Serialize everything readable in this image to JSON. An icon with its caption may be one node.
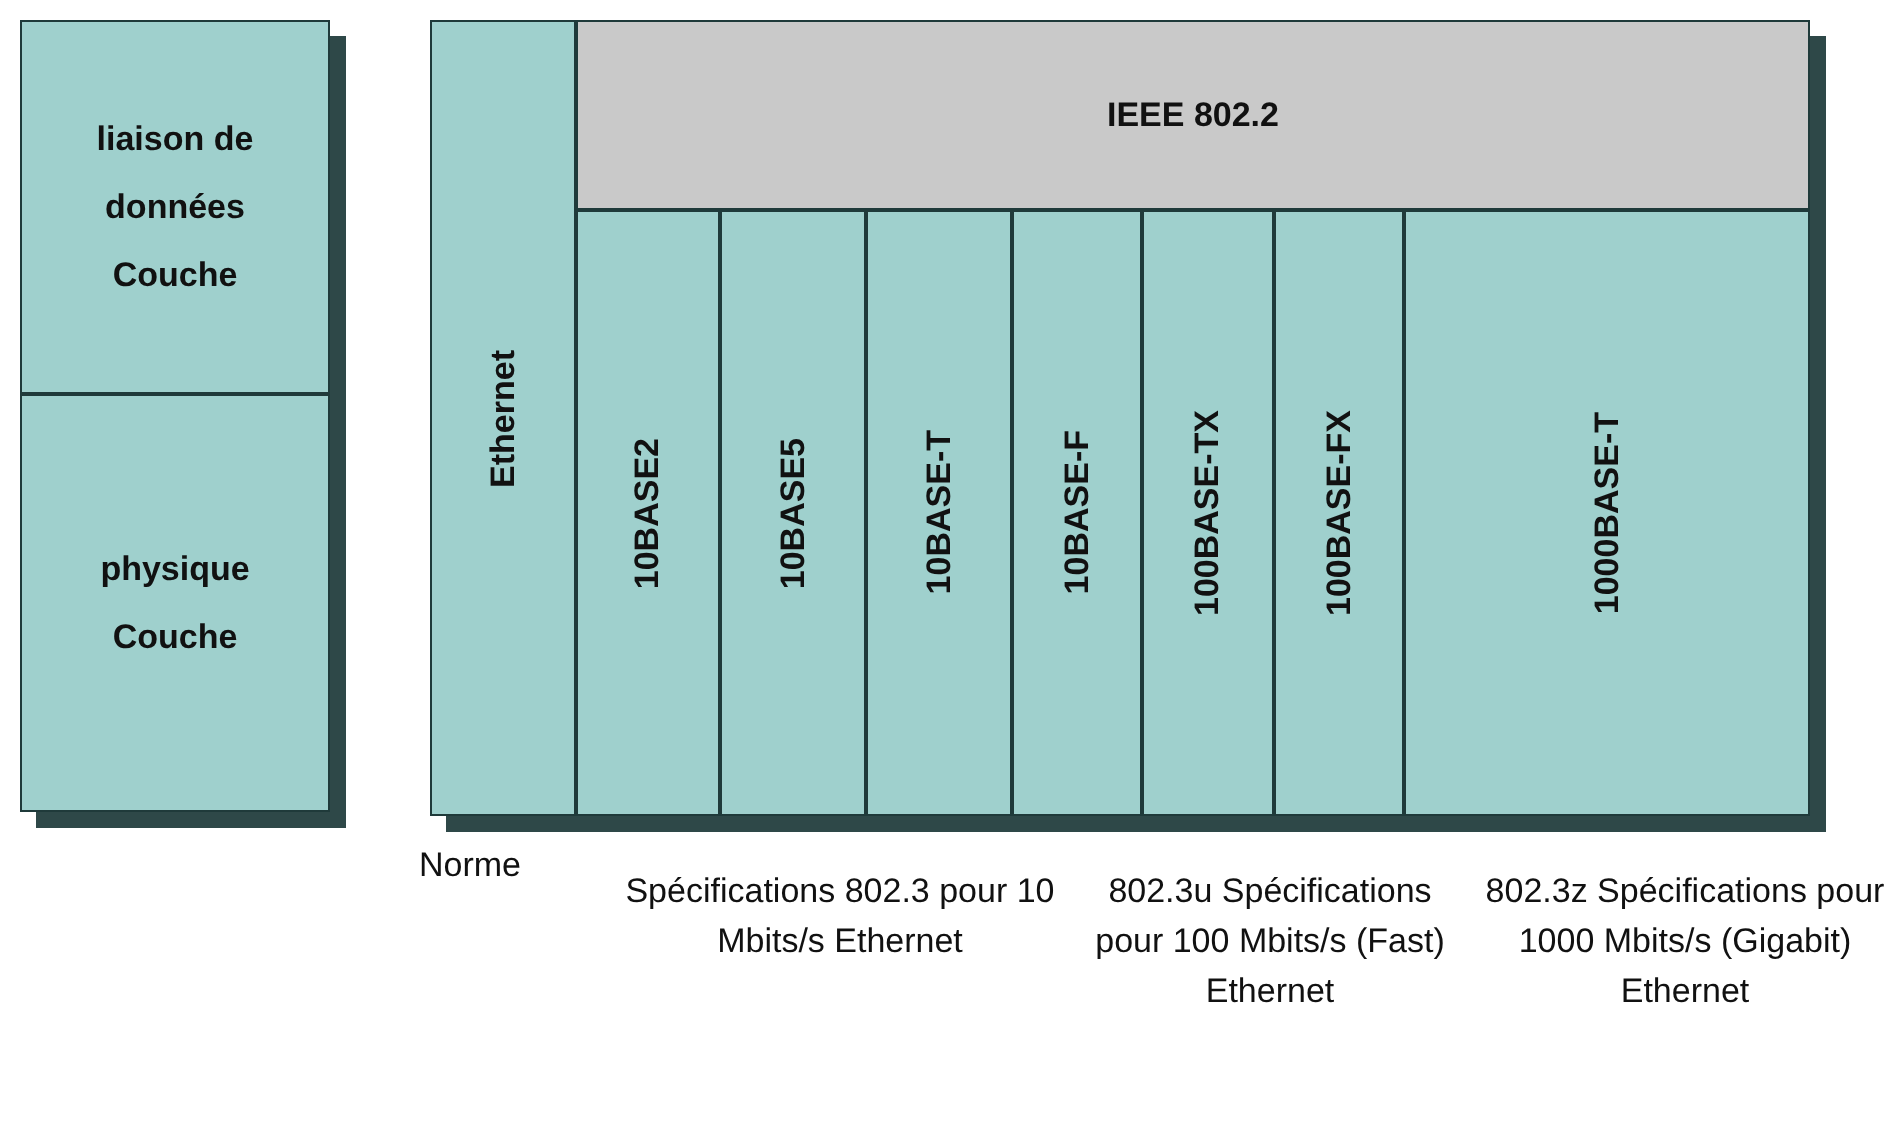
{
  "diagram": {
    "nodes": [
      {
        "text": [
          "liaison de données Couche"
        ]
      },
      {
        "text": [
          "physique Couche"
        ]
      },
      {
        "text": [
          "Ethernet"
        ]
      },
      {
        "text": [
          "IEEE 802.2"
        ]
      },
      {
        "text": [
          "10BASE2"
        ]
      },
      {
        "text": [
          "10BASE5"
        ]
      },
      {
        "text": [
          "10BASE-T"
        ]
      },
      {
        "text": [
          "10BASE-F"
        ]
      },
      {
        "text": [
          "100BASE-TX"
        ]
      },
      {
        "text": [
          "100BASE-FX"
        ]
      },
      {
        "text": [
          "1000BASE-T"
        ]
      }
    ],
    "edges": [],
    "labels": [
      "Norme",
      "Spécifications 802.3 pour 10 Mbits/s Ethernet",
      "802.3u Spécifications pour 100 Mbits/s (Fast) Ethernet",
      "802.3z Spécifications pour 1000 Mbits/s (Gigabit) Ethernet"
    ]
  }
}
